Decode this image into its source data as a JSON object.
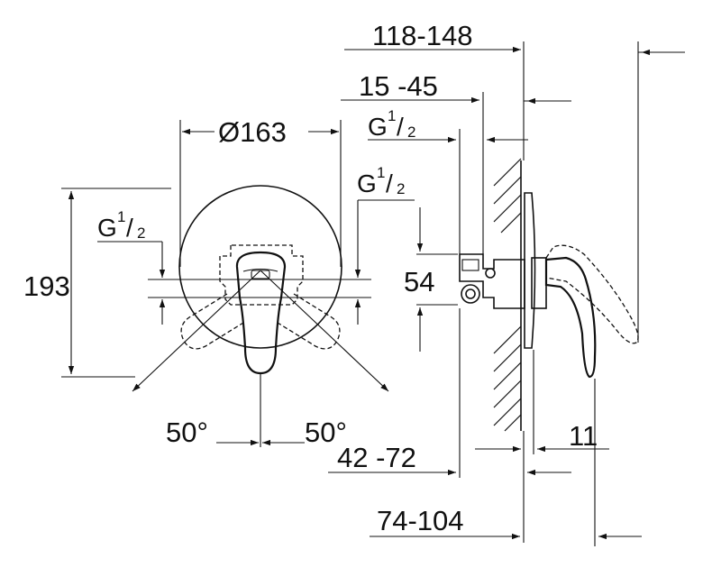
{
  "dimensions": {
    "width_overall": "118-148",
    "depth_adjust": "15 -45",
    "diameter": "Ø163",
    "height": "193",
    "connection_height": "54",
    "rotation_left": "50°",
    "rotation_right": "50°",
    "wall_offset": "42 -72",
    "rosette_depth": "11",
    "projection": "74-104"
  },
  "connections": {
    "thread_main": "G",
    "thread_num": "1",
    "thread_den": "2"
  }
}
